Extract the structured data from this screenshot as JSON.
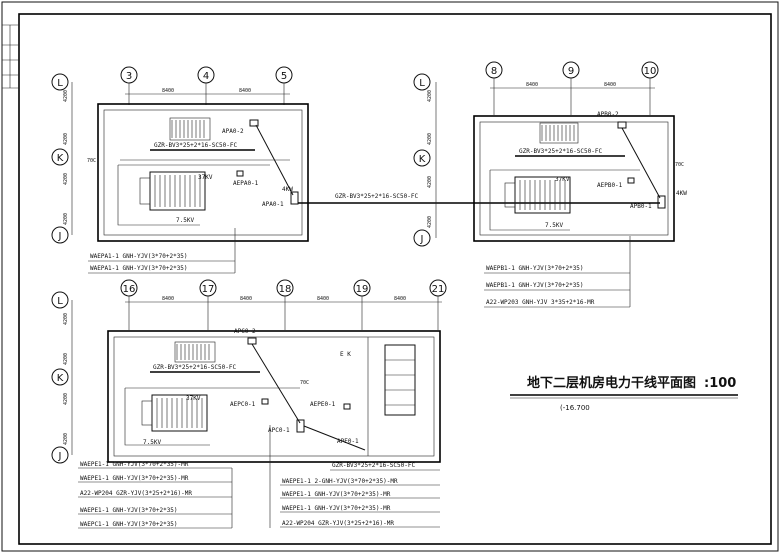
{
  "title": {
    "main": "地下二层机房电力干线平面图",
    "scale": ":100",
    "sub": "(-16.700"
  },
  "axes": {
    "top_left": [
      "3",
      "4",
      "5"
    ],
    "top_right": [
      "8",
      "9",
      "10"
    ],
    "bottom": [
      "16",
      "17",
      "18",
      "19",
      "21"
    ],
    "rows": [
      "L",
      "K",
      "J"
    ]
  },
  "dims": {
    "h8400": "8400",
    "v4200": "4200"
  },
  "panel_a": {
    "apa02": "APA0-2",
    "apa01": "APA0-1",
    "aepa01": "AEPA0-1",
    "trunk": "GZR-BV3*25+2*16-SC50-FC",
    "kw37": "37KV",
    "kw75": "7.5KV",
    "kw4": "4KW",
    "c70": "70C",
    "leader1": "WAEPA1-1  GNH-YJV(3*70+2*35)",
    "leader2": "WAEPA1-1  GNH-YJV(3*70+2*35)"
  },
  "panel_b": {
    "apb02": "APB0-2",
    "apb01": "APB0-1",
    "aepb01": "AEPB0-1",
    "trunk": "GZR-BV3*25+2*16-SC50-FC",
    "kw37": "37KV",
    "kw75": "7.5KV",
    "kw4": "4KW",
    "c70": "70C",
    "leader1": "WAEPB1-1  GNH-YJV(3*70+2*35)",
    "leader2": "WAEPB1-1  GNH-YJV(3*70+2*35)",
    "leader3": "A22-WP203  GNH-YJV  3*35+2*16-MR"
  },
  "connector": "GZR-BV3*25+2*16-SC50-FC",
  "panel_c": {
    "apc02": "APC0-2",
    "apc01": "APC0-1",
    "aepc01": "AEPC0-1",
    "aepe01": "AEPE0-1",
    "apeo1": "APE0-1",
    "trunk": "GZR-BV3*25+2*16-SC50-FC",
    "trunk2": "GZR-BV3*25+2*16-SC50-FC",
    "kw37": "37KV",
    "kw75": "7.5KV",
    "c70": "70C",
    "ek": "E K",
    "left_leaders": [
      "WAEPE1-1  GNH-YJV(3*70+2*35)-MR",
      "WAEPE1-1  GNH-YJV(3*70+2*35)-MR",
      "A22-WP204  GZR-YJV(3*25+2*16)-MR",
      "WAEPE1-1  GNH-YJV(3*70+2*35)",
      "WAEPC1-1  GNH-YJV(3*70+2*35)"
    ],
    "right_leaders": [
      "WAEPE1-1   2-GNH-YJV(3*70+2*35)-MR",
      "WAEPE1-1  GNH-YJV(3*70+2*35)-MR",
      "WAEPE1-1  GNH-YJV(3*70+2*35)-MR",
      "A22-WP204  GZR-YJV(3*25+2*16)-MR"
    ]
  }
}
